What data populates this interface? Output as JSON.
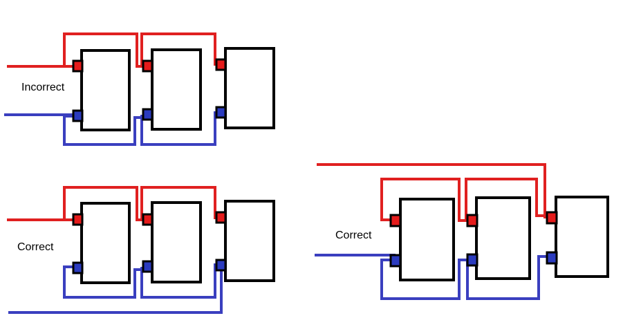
{
  "diagrams": [
    {
      "label": "Incorrect"
    },
    {
      "label": "Correct"
    },
    {
      "label": "Correct"
    }
  ],
  "colors": {
    "positive_wire": "#e02020",
    "negative_wire": "#3a3fbf",
    "terminal_positive": "#e51b1b",
    "terminal_negative": "#2b3bbf",
    "battery_outline": "#000000"
  }
}
